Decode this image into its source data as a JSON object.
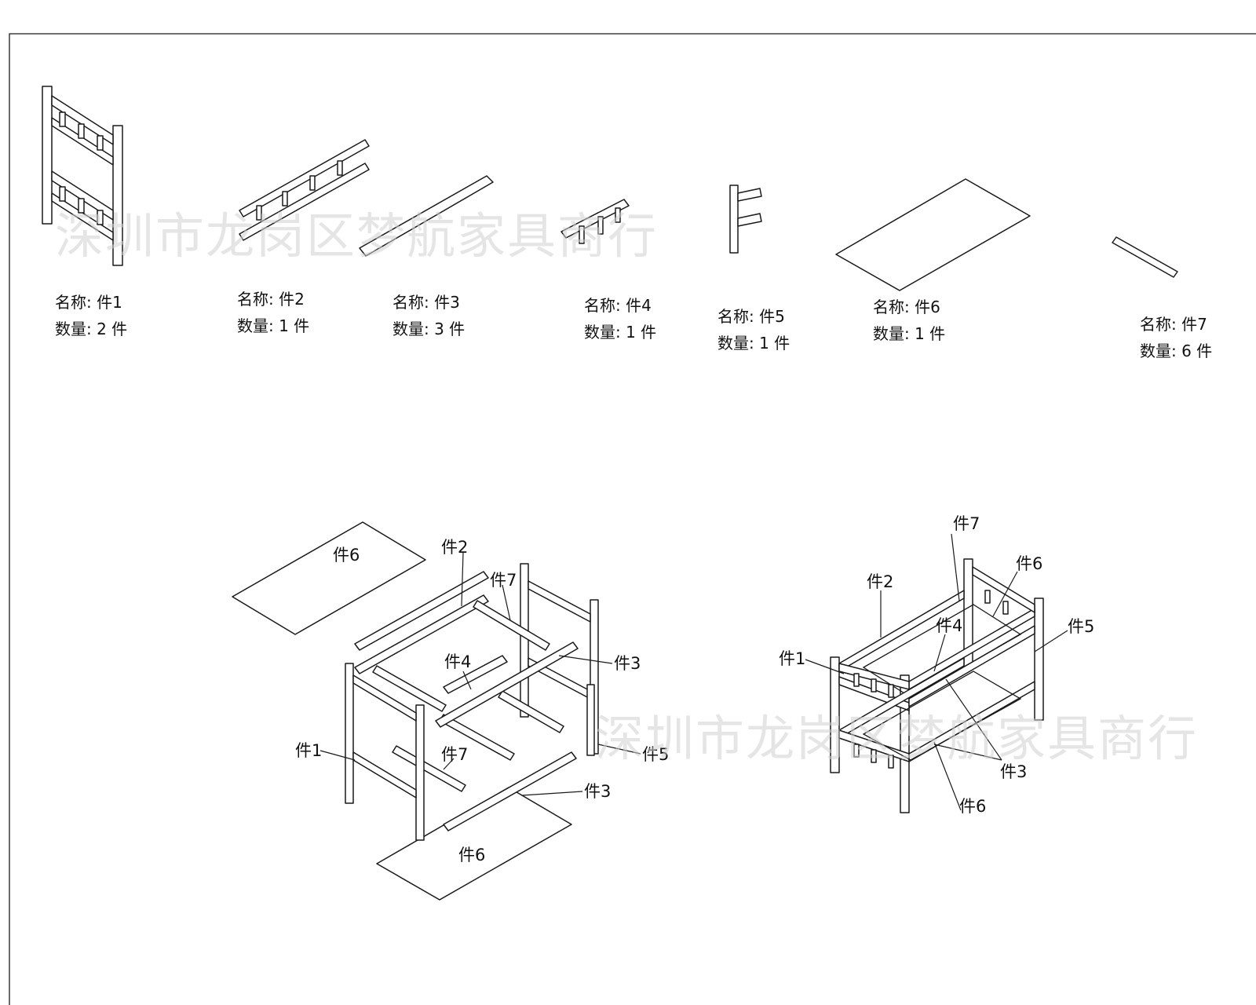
{
  "watermark": "深圳市龙岗区梦航家具商行",
  "parts": [
    {
      "name": "名称: 件1",
      "qty": "数量: 2 件"
    },
    {
      "name": "名称: 件2",
      "qty": "数量: 1 件"
    },
    {
      "name": "名称: 件3",
      "qty": "数量: 3 件"
    },
    {
      "name": "名称: 件4",
      "qty": "数量: 1 件"
    },
    {
      "name": "名称: 件5",
      "qty": "数量: 1 件"
    },
    {
      "name": "名称: 件6",
      "qty": "数量: 1 件"
    },
    {
      "name": "名称: 件7",
      "qty": "数量: 6 件"
    }
  ],
  "exploded_callouts": [
    "件6",
    "件2",
    "件7",
    "件4",
    "件3",
    "件1",
    "件7",
    "件5",
    "件3",
    "件6"
  ],
  "assembled_callouts": [
    "件7",
    "件2",
    "件6",
    "件4",
    "件5",
    "件1",
    "件3",
    "件6"
  ]
}
